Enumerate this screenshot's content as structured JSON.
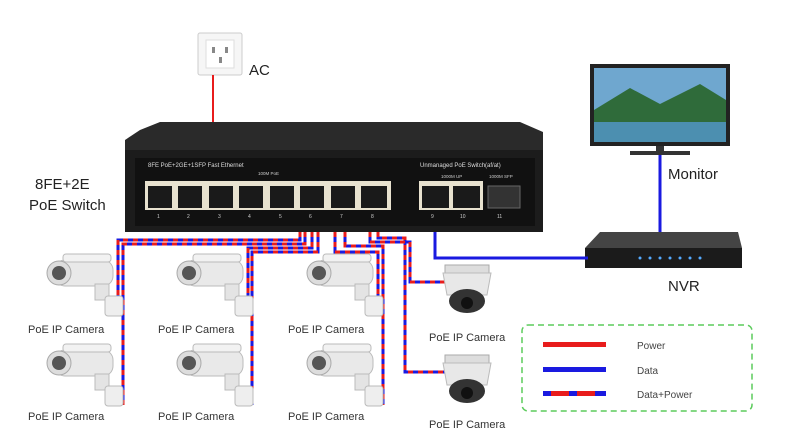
{
  "labels": {
    "ac": "AC",
    "switch_line1": "8FE+2E",
    "switch_line2": "PoE Switch",
    "monitor": "Monitor",
    "nvr": "NVR",
    "camera": "PoE IP Camera"
  },
  "switch_panel": {
    "left_title": "8FE PoE+2GE+1SFP  Fast Ethernet",
    "right_title": "Unmanaged PoE Switch(af/at)",
    "poe_group": "100M PoE",
    "uplink_group": "1000M UP",
    "sfp_group": "1000M SFP",
    "ports": [
      "1",
      "2",
      "3",
      "4",
      "5",
      "6",
      "7",
      "8",
      "9",
      "10",
      "11"
    ]
  },
  "legend": {
    "items": [
      {
        "label": "Power",
        "color": "#e81c1c"
      },
      {
        "label": "Data",
        "color": "#1a1ae0"
      },
      {
        "label": "Data+Power",
        "color": "#1a1ae0",
        "dash_color": "#e81c1c"
      }
    ],
    "border_color": "#5ccb5c"
  }
}
